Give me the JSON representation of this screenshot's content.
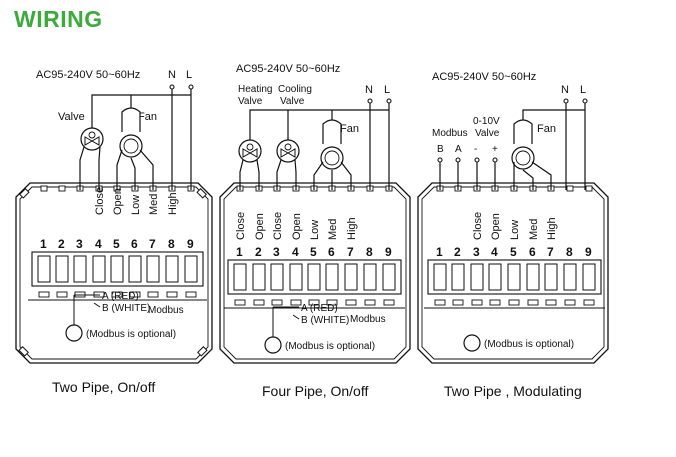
{
  "header": {
    "title": "WIRING"
  },
  "theme": {
    "accent": "#3cab3c",
    "line": "#111111"
  },
  "terminal_numbers": [
    "1",
    "2",
    "3",
    "4",
    "5",
    "6",
    "7",
    "8",
    "9"
  ],
  "diagrams": [
    {
      "id": "d1",
      "power": "AC95-240V  50~60Hz",
      "n": "N",
      "l": "L",
      "valve": "Valve",
      "fan": "Fan",
      "terminal_labels": [
        "Close",
        "Open",
        "Low",
        "Med",
        "High"
      ],
      "modbus_a": "A (RED)",
      "modbus_b": "B (WHITE)",
      "modbus_label": "Modbus",
      "modbus_note": "(Modbus is optional)",
      "caption": "Two Pipe, On/off",
      "icons": [
        "valve-icon",
        "fan-icon"
      ]
    },
    {
      "id": "d2",
      "power": "AC95-240V  50~60Hz",
      "n": "N",
      "l": "L",
      "heating_valve": [
        "Heating",
        "Valve"
      ],
      "cooling_valve": [
        "Cooling",
        "Valve"
      ],
      "fan": "Fan",
      "terminal_labels": [
        "Close",
        "Open",
        "Close",
        "Open",
        "Low",
        "Med",
        "High"
      ],
      "modbus_a": "A (RED)",
      "modbus_b": "B (WHITE)",
      "modbus_label": "Modbus",
      "modbus_note": "(Modbus is optional)",
      "caption": "Four Pipe, On/off",
      "icons": [
        "valve-icon",
        "valve-icon",
        "fan-icon"
      ]
    },
    {
      "id": "d3",
      "power": "AC95-240V  50~60Hz",
      "n": "N",
      "l": "L",
      "modbus_label": "Modbus",
      "valve_label": [
        "0-10V",
        "Valve"
      ],
      "signal_labels": [
        "B",
        "A",
        "-",
        "+"
      ],
      "fan": "Fan",
      "terminal_labels": [
        "Close",
        "Open",
        "Low",
        "Med",
        "High"
      ],
      "modbus_note": "(Modbus is optional)",
      "caption": "Two Pipe , Modulating",
      "icons": [
        "fan-icon"
      ]
    }
  ]
}
